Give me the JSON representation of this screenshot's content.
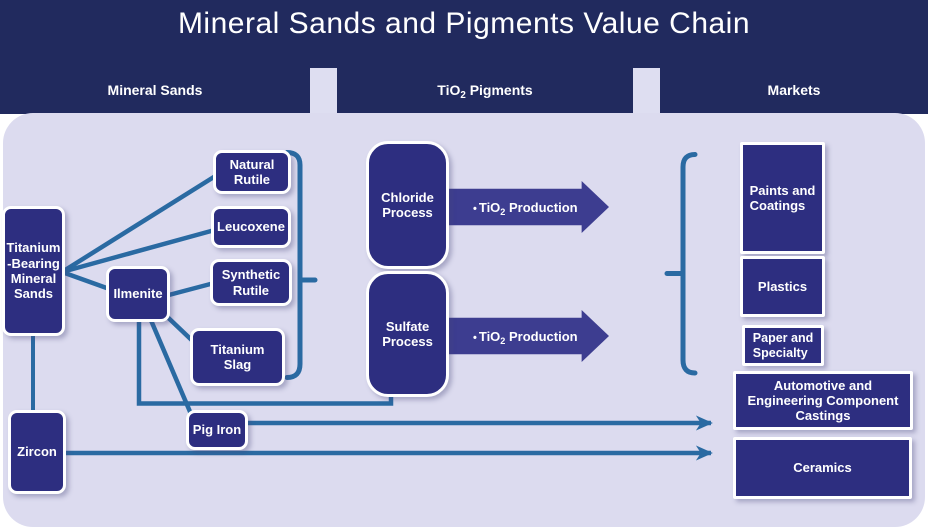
{
  "title": "Mineral Sands and Pigments Value Chain",
  "tabs": {
    "mineral_sands": "Mineral Sands",
    "pigments_pre": "TiO",
    "pigments_sub": "2",
    "pigments_post": " Pigments",
    "markets": "Markets"
  },
  "boxes": {
    "tbms": "Titanium\n-Bearing\nMineral\nSands",
    "zircon": "Zircon",
    "ilmenite": "Ilmenite",
    "natural_rutile": "Natural\nRutile",
    "leucoxene": "Leucoxene",
    "synthetic_rutile": "Synthetic\nRutile",
    "titanium_slag": "Titanium\nSlag",
    "pig_iron": "Pig Iron",
    "chloride_process": "Chloride\nProcess",
    "sulfate_process": "Sulfate\nProcess",
    "paints": "Paints and\nCoatings",
    "plastics": "Plastics",
    "paper": "Paper and\nSpecialty",
    "automotive": "Automotive and\nEngineering Component\nCastings",
    "ceramics": "Ceramics"
  },
  "production_arrow": {
    "bullet": "•",
    "pre": "TiO",
    "sub": "2",
    "post": " Production"
  },
  "connections": [
    {
      "from": "Titanium-Bearing Mineral Sands",
      "to": "Natural Rutile"
    },
    {
      "from": "Titanium-Bearing Mineral Sands",
      "to": "Leucoxene"
    },
    {
      "from": "Titanium-Bearing Mineral Sands",
      "to": "Ilmenite"
    },
    {
      "from": "Titanium-Bearing Mineral Sands",
      "to": "Zircon"
    },
    {
      "from": "Ilmenite",
      "to": "Synthetic Rutile"
    },
    {
      "from": "Ilmenite",
      "to": "Titanium Slag"
    },
    {
      "from": "Ilmenite",
      "to": "Sulfate Process"
    },
    {
      "from": "Ilmenite",
      "to": "Pig Iron"
    },
    {
      "from": "Natural Rutile / Leucoxene / Synthetic Rutile / Titanium Slag (bracket)",
      "to": "Chloride & Sulfate Processes"
    },
    {
      "from": "Chloride Process",
      "to": "TiO2 Production"
    },
    {
      "from": "Sulfate Process",
      "to": "TiO2 Production"
    },
    {
      "from": "TiO2 Production (bracket)",
      "to": "Paints and Coatings / Plastics / Paper and Specialty"
    },
    {
      "from": "Pig Iron",
      "to": "Automotive and Engineering Component Castings"
    },
    {
      "from": "Zircon",
      "to": "Ceramics"
    }
  ],
  "colors": {
    "header_navy": "#212a5e",
    "box_indigo": "#2d2e80",
    "arrow_indigo": "#3d3d90",
    "panel_lavender": "#dcdbef",
    "connector_blue": "#2a6aa2",
    "text_white": "#ffffff"
  }
}
